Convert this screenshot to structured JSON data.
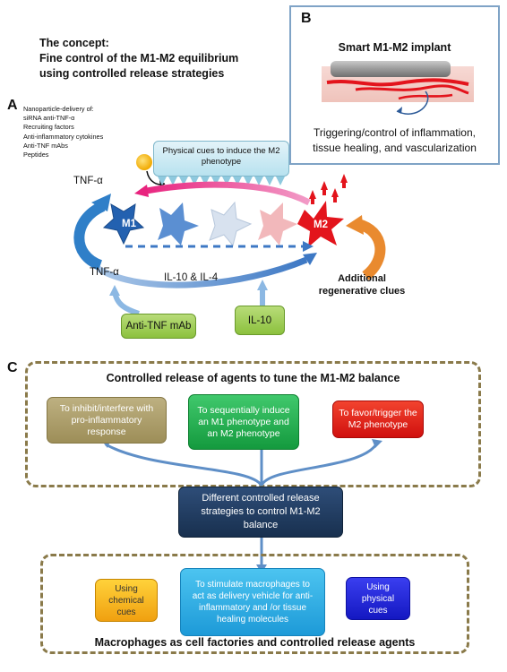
{
  "concept": {
    "line1": "The concept:",
    "line2": "Fine control of the M1-M2 equilibrium",
    "line3": "using controlled release strategies"
  },
  "panel_a": {
    "letter": "A",
    "nanoparticle_title": "Nanoparticle-delivery of:",
    "nanoparticle_items": [
      "siRNA anti-TNF-α",
      "Recruiting factors",
      "Anti-inflammatory cytokines",
      "Anti-TNF mAbs",
      "Peptides"
    ],
    "physical_cues": "Physical cues to induce the M2 phenotype",
    "tnf_top": "TNF-α",
    "tnf_bottom": "TNF-α",
    "m1": "M1",
    "m2": "M2",
    "il_label": "IL-10 & IL-4",
    "additional": "Additional regenerative clues",
    "anti_tnf": "Anti-TNF mAb",
    "il10": "IL-10"
  },
  "panel_b": {
    "letter": "B",
    "title": "Smart M1-M2 implant",
    "caption_line1": "Triggering/control of inflammation,",
    "caption_line2": "tissue healing, and vascularization"
  },
  "panel_c": {
    "letter": "C",
    "top_title": "Controlled release of agents to tune the M1-M2 balance",
    "box_inhibit": "To inhibit/interfere with pro-inflammatory response",
    "box_sequential": "To sequentially induce an M1 phenotype and an M2 phenotype",
    "box_favor": "To favor/trigger the M2 phenotype",
    "center": "Different controlled release strategies to control M1-M2 balance",
    "chemical": "Using chemical cues",
    "stimulate": "To stimulate macrophages to act as delivery vehicle for anti-inflammatory and /or tissue healing molecules",
    "physical": "Using physical cues",
    "bottom_title": "Macrophages as cell factories and controlled release agents"
  },
  "colors": {
    "olive": "#a89a62",
    "green": "#22a84a",
    "red": "#e8231c",
    "navy": "#1f3a5e",
    "orange": "#f2a81d",
    "cyan": "#33a9e0",
    "blue": "#1c22d6",
    "dash": "#8a7a4a"
  }
}
